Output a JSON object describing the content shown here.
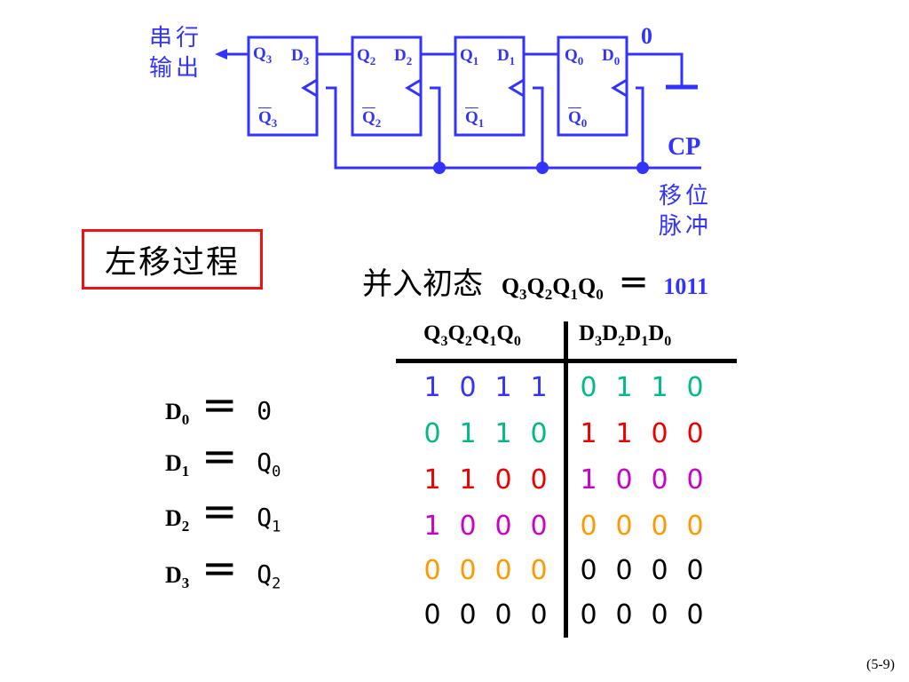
{
  "circuit": {
    "serial_output_label": "串行\n输出",
    "zero_input_label": "0",
    "clock_label": "CP",
    "shift_pulse_label": "移位\n脉冲",
    "flip_flops": [
      {
        "q": "Q",
        "q_sub": "3",
        "d": "D",
        "d_sub": "3",
        "qbar": "Q",
        "qbar_sub": "3"
      },
      {
        "q": "Q",
        "q_sub": "2",
        "d": "D",
        "d_sub": "2",
        "qbar": "Q",
        "qbar_sub": "2"
      },
      {
        "q": "Q",
        "q_sub": "1",
        "d": "D",
        "d_sub": "1",
        "qbar": "Q",
        "qbar_sub": "1"
      },
      {
        "q": "Q",
        "q_sub": "0",
        "d": "D",
        "d_sub": "0",
        "qbar": "Q",
        "qbar_sub": "0"
      }
    ],
    "color": "#3333ff"
  },
  "title": "左移过程",
  "heading": {
    "text": "并入初态",
    "expression": [
      [
        "Q",
        "3"
      ],
      [
        "Q",
        "2"
      ],
      [
        "Q",
        "1"
      ],
      [
        "Q",
        "0"
      ]
    ],
    "equals": "＝",
    "value": "1011"
  },
  "table": {
    "left_header": [
      [
        "Q",
        "3"
      ],
      [
        "Q",
        "2"
      ],
      [
        "Q",
        "1"
      ],
      [
        "Q",
        "0"
      ]
    ],
    "right_header": [
      [
        "D",
        "3"
      ],
      [
        "D",
        "2"
      ],
      [
        "D",
        "1"
      ],
      [
        "D",
        "0"
      ]
    ],
    "rows": [
      {
        "q": [
          "1",
          "0",
          "1",
          "1"
        ],
        "q_color": "#3333ff",
        "d": [
          "0",
          "1",
          "1",
          "0"
        ],
        "d_color": "#00bb88"
      },
      {
        "q": [
          "0",
          "1",
          "1",
          "0"
        ],
        "q_color": "#00bb88",
        "d": [
          "1",
          "1",
          "0",
          "0"
        ],
        "d_color": "#ee0000"
      },
      {
        "q": [
          "1",
          "1",
          "0",
          "0"
        ],
        "q_color": "#ee0000",
        "d": [
          "1",
          "0",
          "0",
          "0"
        ],
        "d_color": "#cc00cc"
      },
      {
        "q": [
          "1",
          "0",
          "0",
          "0"
        ],
        "q_color": "#cc00cc",
        "d": [
          "0",
          "0",
          "0",
          "0"
        ],
        "d_color": "#ff9900"
      },
      {
        "q": [
          "0",
          "0",
          "0",
          "0"
        ],
        "q_color": "#ff9900",
        "d": [
          "0",
          "0",
          "0",
          "0"
        ],
        "d_color": "#000000"
      },
      {
        "q": [
          "0",
          "0",
          "0",
          "0"
        ],
        "q_color": "#000000",
        "d": [
          "0",
          "0",
          "0",
          "0"
        ],
        "d_color": "#000000"
      }
    ]
  },
  "equations": [
    {
      "lhs": "D",
      "lhs_sub": "0",
      "op": "＝",
      "rhs": "0",
      "rhs_sub": ""
    },
    {
      "lhs": "D",
      "lhs_sub": "1",
      "op": "＝",
      "rhs": "Q",
      "rhs_sub": "0"
    },
    {
      "lhs": "D",
      "lhs_sub": "2",
      "op": "＝",
      "rhs": "Q",
      "rhs_sub": "1"
    },
    {
      "lhs": "D",
      "lhs_sub": "3",
      "op": "＝",
      "rhs": "Q",
      "rhs_sub": "2"
    }
  ],
  "page_number": "(5-9)"
}
